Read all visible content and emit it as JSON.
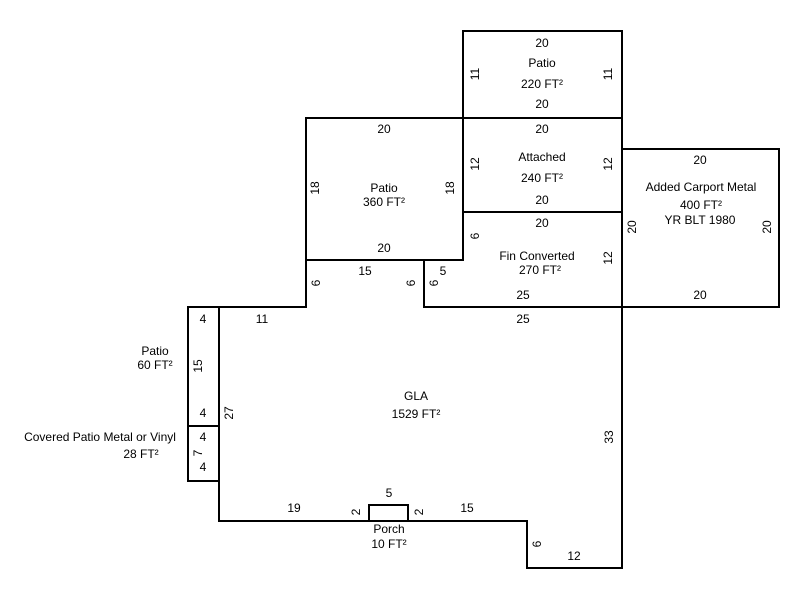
{
  "areas": {
    "patio_top": {
      "name": "Patio",
      "area": "220 FT²",
      "dims": [
        "20",
        "11",
        "11",
        "20"
      ]
    },
    "patio_mid": {
      "name": "Patio",
      "area": "360 FT²",
      "dims": [
        "20",
        "18",
        "18",
        "20"
      ]
    },
    "attached": {
      "name": "Attached",
      "area": "240 FT²",
      "dims": [
        "20",
        "12",
        "12",
        "20"
      ]
    },
    "fin_converted": {
      "name": "Fin Converted",
      "area": "270 FT²",
      "dims": [
        "20",
        "6",
        "12",
        "25",
        "5",
        "6"
      ]
    },
    "carport": {
      "name": "Added Carport Metal",
      "area": "400 FT²",
      "year": "YR BLT 1980",
      "dims": [
        "20",
        "20",
        "20",
        "20"
      ]
    },
    "gla": {
      "name": "GLA",
      "area": "1529 FT²",
      "dims": [
        "11",
        "6",
        "15",
        "6",
        "25",
        "33",
        "12",
        "6",
        "15",
        "2",
        "5",
        "2",
        "19",
        "27"
      ]
    },
    "patio_left": {
      "name": "Patio",
      "area": "60 FT²",
      "dims": [
        "4",
        "15",
        "4"
      ]
    },
    "covered_patio": {
      "name": "Covered Patio Metal or Vinyl",
      "area": "28 FT²",
      "dims": [
        "4",
        "7",
        "4"
      ]
    },
    "porch": {
      "name": "Porch",
      "area": "10 FT²"
    }
  }
}
